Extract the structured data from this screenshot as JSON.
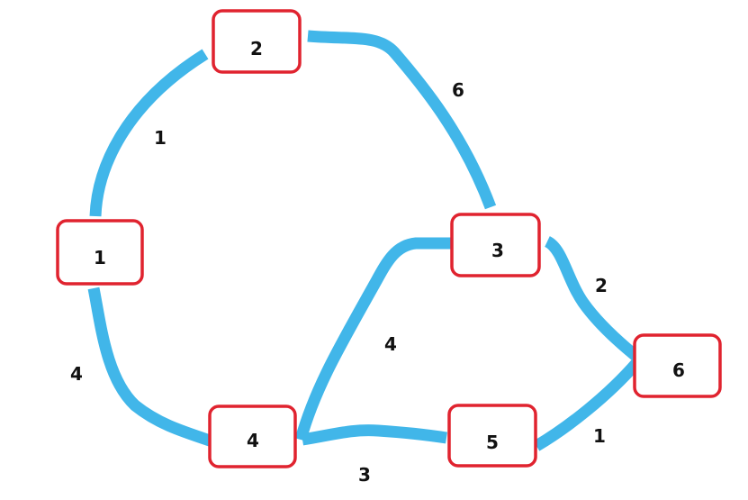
{
  "colors": {
    "edge": "#41b6e9",
    "node_border": "#e0232f",
    "text": "#111111"
  },
  "nodes": [
    {
      "id": "n1",
      "label": "1"
    },
    {
      "id": "n2",
      "label": "2"
    },
    {
      "id": "n3",
      "label": "3"
    },
    {
      "id": "n4",
      "label": "4"
    },
    {
      "id": "n5",
      "label": "5"
    },
    {
      "id": "n6",
      "label": "6"
    }
  ],
  "edges": [
    {
      "id": "e12",
      "from": "1",
      "to": "2",
      "weight": "1"
    },
    {
      "id": "e23",
      "from": "2",
      "to": "3",
      "weight": "6"
    },
    {
      "id": "e14",
      "from": "1",
      "to": "4",
      "weight": "4"
    },
    {
      "id": "e34",
      "from": "3",
      "to": "4",
      "weight": "4"
    },
    {
      "id": "e36",
      "from": "3",
      "to": "6",
      "weight": "2"
    },
    {
      "id": "e45",
      "from": "4",
      "to": "5",
      "weight": "3"
    },
    {
      "id": "e56",
      "from": "5",
      "to": "6",
      "weight": "1"
    }
  ]
}
